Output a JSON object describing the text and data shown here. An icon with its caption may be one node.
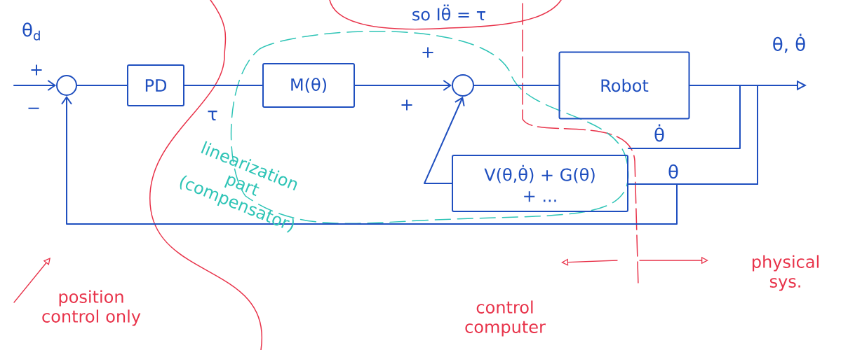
{
  "diagram": {
    "nodes": [
      {
        "text": [],
        "shape": "circle"
      },
      {
        "text": [
          "PD"
        ]
      },
      {
        "text": [
          "M(θ)"
        ]
      },
      {
        "text": [],
        "shape": "circle"
      },
      {
        "text": [
          "Robot"
        ]
      },
      {
        "text": [
          "V(θ,θ̇) + G(θ)",
          "+ ..."
        ]
      }
    ],
    "edges": [
      {
        "from": null,
        "to": 0,
        "arrow": "to",
        "label": "θ$_{d}$"
      },
      {
        "from": 0,
        "to": 1,
        "arrow": "none"
      },
      {
        "from": 1,
        "to": 2,
        "arrow": "none",
        "label": "τ"
      },
      {
        "from": 2,
        "to": 3,
        "arrow": "to"
      },
      {
        "from": 3,
        "to": 4,
        "arrow": "none"
      },
      {
        "from": 4,
        "to": null,
        "arrow": "to",
        "label": "θ, θ̇"
      },
      {
        "from": 4,
        "to": 5,
        "arrow": "none",
        "label": "θ̇"
      },
      {
        "from": 4,
        "to": 5,
        "arrow": "none",
        "label": "θ"
      },
      {
        "from": 5,
        "to": 3,
        "arrow": "to"
      },
      {
        "from": 4,
        "to": 0,
        "arrow": "to"
      }
    ],
    "labels": [
      "so Iθ̈ = τ",
      "+",
      "−",
      "+",
      "+",
      "linearization part (compensator)",
      "position control only",
      "control computer",
      "physical sys."
    ]
  }
}
